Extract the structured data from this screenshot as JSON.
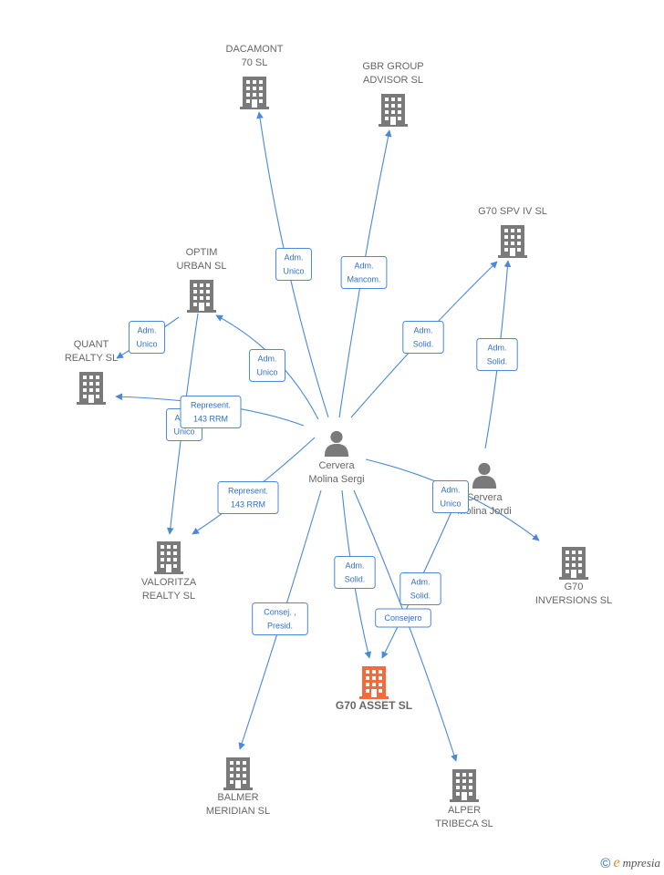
{
  "colors": {
    "edge": "#4a88d8",
    "company": "#7a7a7a",
    "company_main": "#f26b3a",
    "person": "#7a7a7a"
  },
  "nodes": [
    {
      "id": "dacamont",
      "type": "company",
      "lines": [
        "DACAMONT",
        "70 SL"
      ]
    },
    {
      "id": "gbr",
      "type": "company",
      "lines": [
        "GBR GROUP",
        "ADVISOR  SL"
      ]
    },
    {
      "id": "g70spv",
      "type": "company",
      "lines": [
        "G70 SPV IV  SL"
      ]
    },
    {
      "id": "optim",
      "type": "company",
      "lines": [
        "OPTIM",
        "URBAN  SL"
      ]
    },
    {
      "id": "quant",
      "type": "company",
      "lines": [
        "QUANT",
        "REALTY  SL"
      ]
    },
    {
      "id": "valoritza",
      "type": "company",
      "lines": [
        "VALORITZA",
        "REALTY  SL"
      ]
    },
    {
      "id": "g70inv",
      "type": "company",
      "lines": [
        "G70",
        "INVERSIONS SL"
      ]
    },
    {
      "id": "g70asset",
      "type": "company_main",
      "lines": [
        "G70 ASSET  SL"
      ]
    },
    {
      "id": "balmer",
      "type": "company",
      "lines": [
        "BALMER",
        "MERIDIAN  SL"
      ]
    },
    {
      "id": "alper",
      "type": "company",
      "lines": [
        "ALPER",
        "TRIBECA  SL"
      ]
    },
    {
      "id": "sergi",
      "type": "person",
      "lines": [
        "Cervera",
        "Molina Sergi"
      ]
    },
    {
      "id": "jordi",
      "type": "person",
      "lines": [
        "Cervera",
        "Molina Jordi"
      ]
    }
  ],
  "edges": [
    {
      "from": "sergi",
      "to": "dacamont",
      "label": [
        "Adm.",
        "Unico"
      ]
    },
    {
      "from": "sergi",
      "to": "gbr",
      "label": [
        "Adm.",
        "Mancom."
      ]
    },
    {
      "from": "sergi",
      "to": "g70spv",
      "label": [
        "Adm.",
        "Solid."
      ]
    },
    {
      "from": "jordi",
      "to": "g70spv",
      "label": [
        "Adm.",
        "Solid."
      ]
    },
    {
      "from": "sergi",
      "to": "optim",
      "label": [
        "Adm.",
        "Unico"
      ]
    },
    {
      "from": "optim",
      "to": "quant",
      "label": [
        "Adm.",
        "Unico"
      ]
    },
    {
      "from": "optim",
      "to": "valoritza",
      "label": [
        "Adm.",
        "Unico"
      ]
    },
    {
      "from": "sergi",
      "to": "quant",
      "label": [
        "Represent.",
        "143 RRM"
      ]
    },
    {
      "from": "sergi",
      "to": "valoritza",
      "label": [
        "Represent.",
        "143 RRM"
      ]
    },
    {
      "from": "sergi",
      "to": "g70inv",
      "label": [
        "Adm.",
        "Unico"
      ]
    },
    {
      "from": "sergi",
      "to": "g70asset",
      "label": [
        "Adm.",
        "Solid."
      ]
    },
    {
      "from": "jordi",
      "to": "g70asset",
      "label": [
        "Adm.",
        "Solid."
      ]
    },
    {
      "from": "sergi",
      "to": "alper",
      "label": [
        "Consejero"
      ]
    },
    {
      "from": "sergi",
      "to": "balmer",
      "label": [
        "Consej. ,",
        "Presid."
      ]
    }
  ],
  "footer": {
    "copyright": "©",
    "brand_first": "e",
    "brand_rest": "mpresia"
  }
}
